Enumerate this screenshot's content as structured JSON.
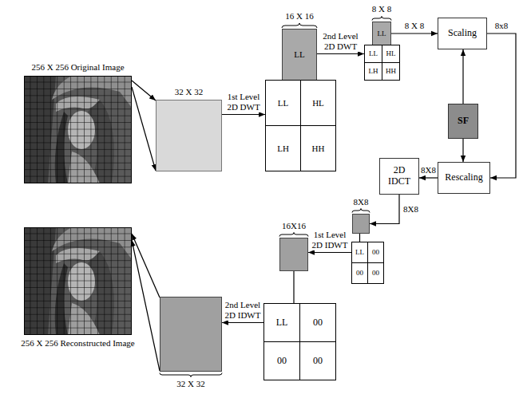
{
  "diagram": {
    "nodes": [
      {
        "text": [
          "256 X 256 Original Image"
        ]
      },
      {
        "text": [
          "32 X 32"
        ]
      },
      {
        "text": [
          "16 X 16",
          "LL"
        ]
      },
      {
        "text": [
          "LL"
        ]
      },
      {
        "text": [
          "HL"
        ]
      },
      {
        "text": [
          "LH"
        ]
      },
      {
        "text": [
          "HH"
        ]
      },
      {
        "text": [
          "8 X 8",
          "LL"
        ]
      },
      {
        "text": [
          "LL"
        ]
      },
      {
        "text": [
          "HL"
        ]
      },
      {
        "text": [
          "LH"
        ]
      },
      {
        "text": [
          "HH"
        ]
      },
      {
        "text": [
          "Scaling"
        ]
      },
      {
        "text": [
          "SF"
        ]
      },
      {
        "text": [
          "Rescaling"
        ]
      },
      {
        "text": [
          "2D IDCT"
        ]
      },
      {
        "text": [
          "8X8"
        ]
      },
      {
        "text": [
          "LL"
        ]
      },
      {
        "text": [
          "00"
        ]
      },
      {
        "text": [
          "00"
        ]
      },
      {
        "text": [
          "00"
        ]
      },
      {
        "text": [
          "16X16"
        ]
      },
      {
        "text": [
          "LL"
        ]
      },
      {
        "text": [
          "00"
        ]
      },
      {
        "text": [
          "00"
        ]
      },
      {
        "text": [
          "00"
        ]
      },
      {
        "text": [
          "32 X 32"
        ]
      },
      {
        "text": [
          "256 X 256 Reconstructed Image"
        ]
      }
    ],
    "edges": [
      {
        "from": 0,
        "to": 1,
        "arrow": "to"
      },
      {
        "from": 1,
        "to": 3,
        "label": "1st Level 2D DWT",
        "arrow": "to"
      },
      {
        "from": 2,
        "to": 8,
        "label": "2nd Level 2D DWT",
        "arrow": "to"
      },
      {
        "from": 7,
        "to": 12,
        "label": "8 X 8",
        "arrow": "to"
      },
      {
        "from": 12,
        "to": 14,
        "label": "8x8",
        "arrow": "to"
      },
      {
        "from": 13,
        "to": 12,
        "arrow": "to"
      },
      {
        "from": 13,
        "to": 14,
        "arrow": "to"
      },
      {
        "from": 14,
        "to": 15,
        "label": "8X8",
        "arrow": "to"
      },
      {
        "from": 15,
        "to": 16,
        "label": "8X8",
        "arrow": "to"
      },
      {
        "from": 16,
        "to": 17,
        "arrow": "none"
      },
      {
        "from": 17,
        "to": 21,
        "label": "1st Level 2D IDWT",
        "arrow": "to"
      },
      {
        "from": 21,
        "to": 22,
        "arrow": "none"
      },
      {
        "from": 22,
        "to": 26,
        "label": "2nd Level 2D IDWT",
        "arrow": "to"
      },
      {
        "from": 26,
        "to": 27,
        "arrow": "to"
      }
    ]
  }
}
